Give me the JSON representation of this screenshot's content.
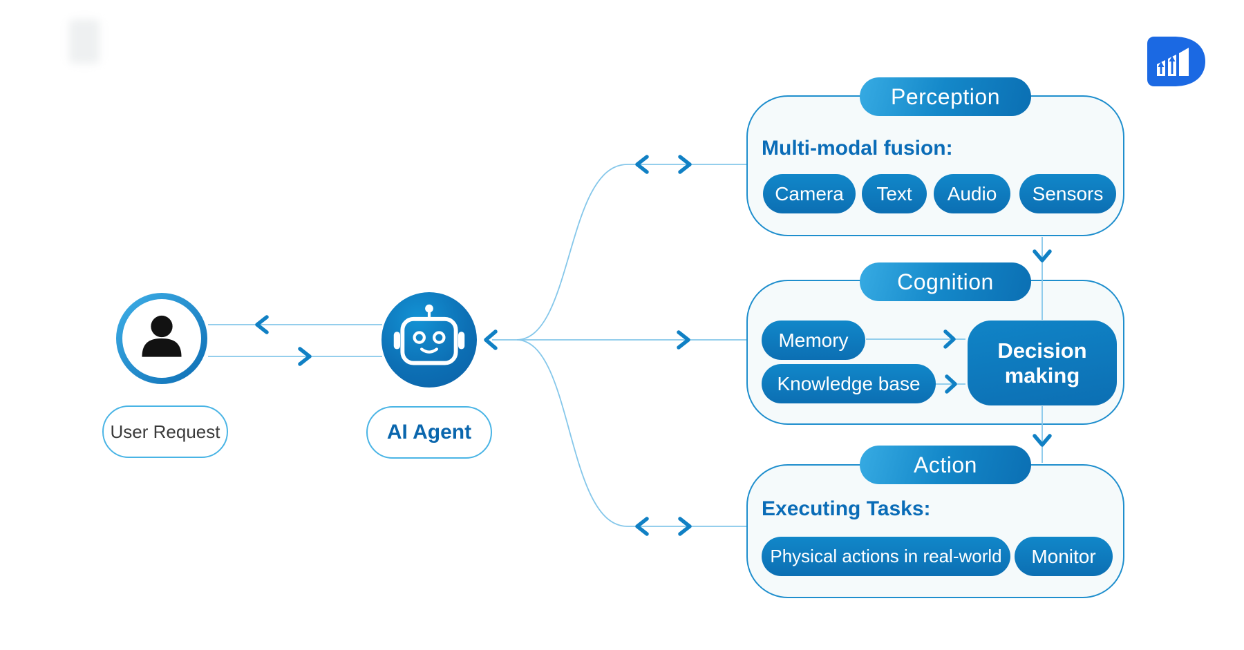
{
  "user": {
    "label": "User Request"
  },
  "agent": {
    "label": "AI Agent"
  },
  "perception": {
    "title": "Perception",
    "subtitle": "Multi-modal fusion:",
    "items": [
      "Camera",
      "Text",
      "Audio",
      "Sensors"
    ]
  },
  "cognition": {
    "title": "Cognition",
    "items": [
      "Memory",
      "Knowledge base"
    ],
    "decision": "Decision making"
  },
  "action": {
    "title": "Action",
    "subtitle": "Executing Tasks:",
    "items": [
      "Physical actions in real-world",
      "Monitor"
    ]
  },
  "colors": {
    "primary_blue": "#0d75b9",
    "header_gradient_start": "#37abe3",
    "header_gradient_end": "#0b6fb3",
    "box_border": "#1e8ecd",
    "box_background": "#f5fafb",
    "connector_line": "#85c7ea",
    "arrow": "#1080c4",
    "section_label_text": "#0a6cb7",
    "user_label_text": "#3a3a3a",
    "logo_blue": "#1b69e3"
  }
}
